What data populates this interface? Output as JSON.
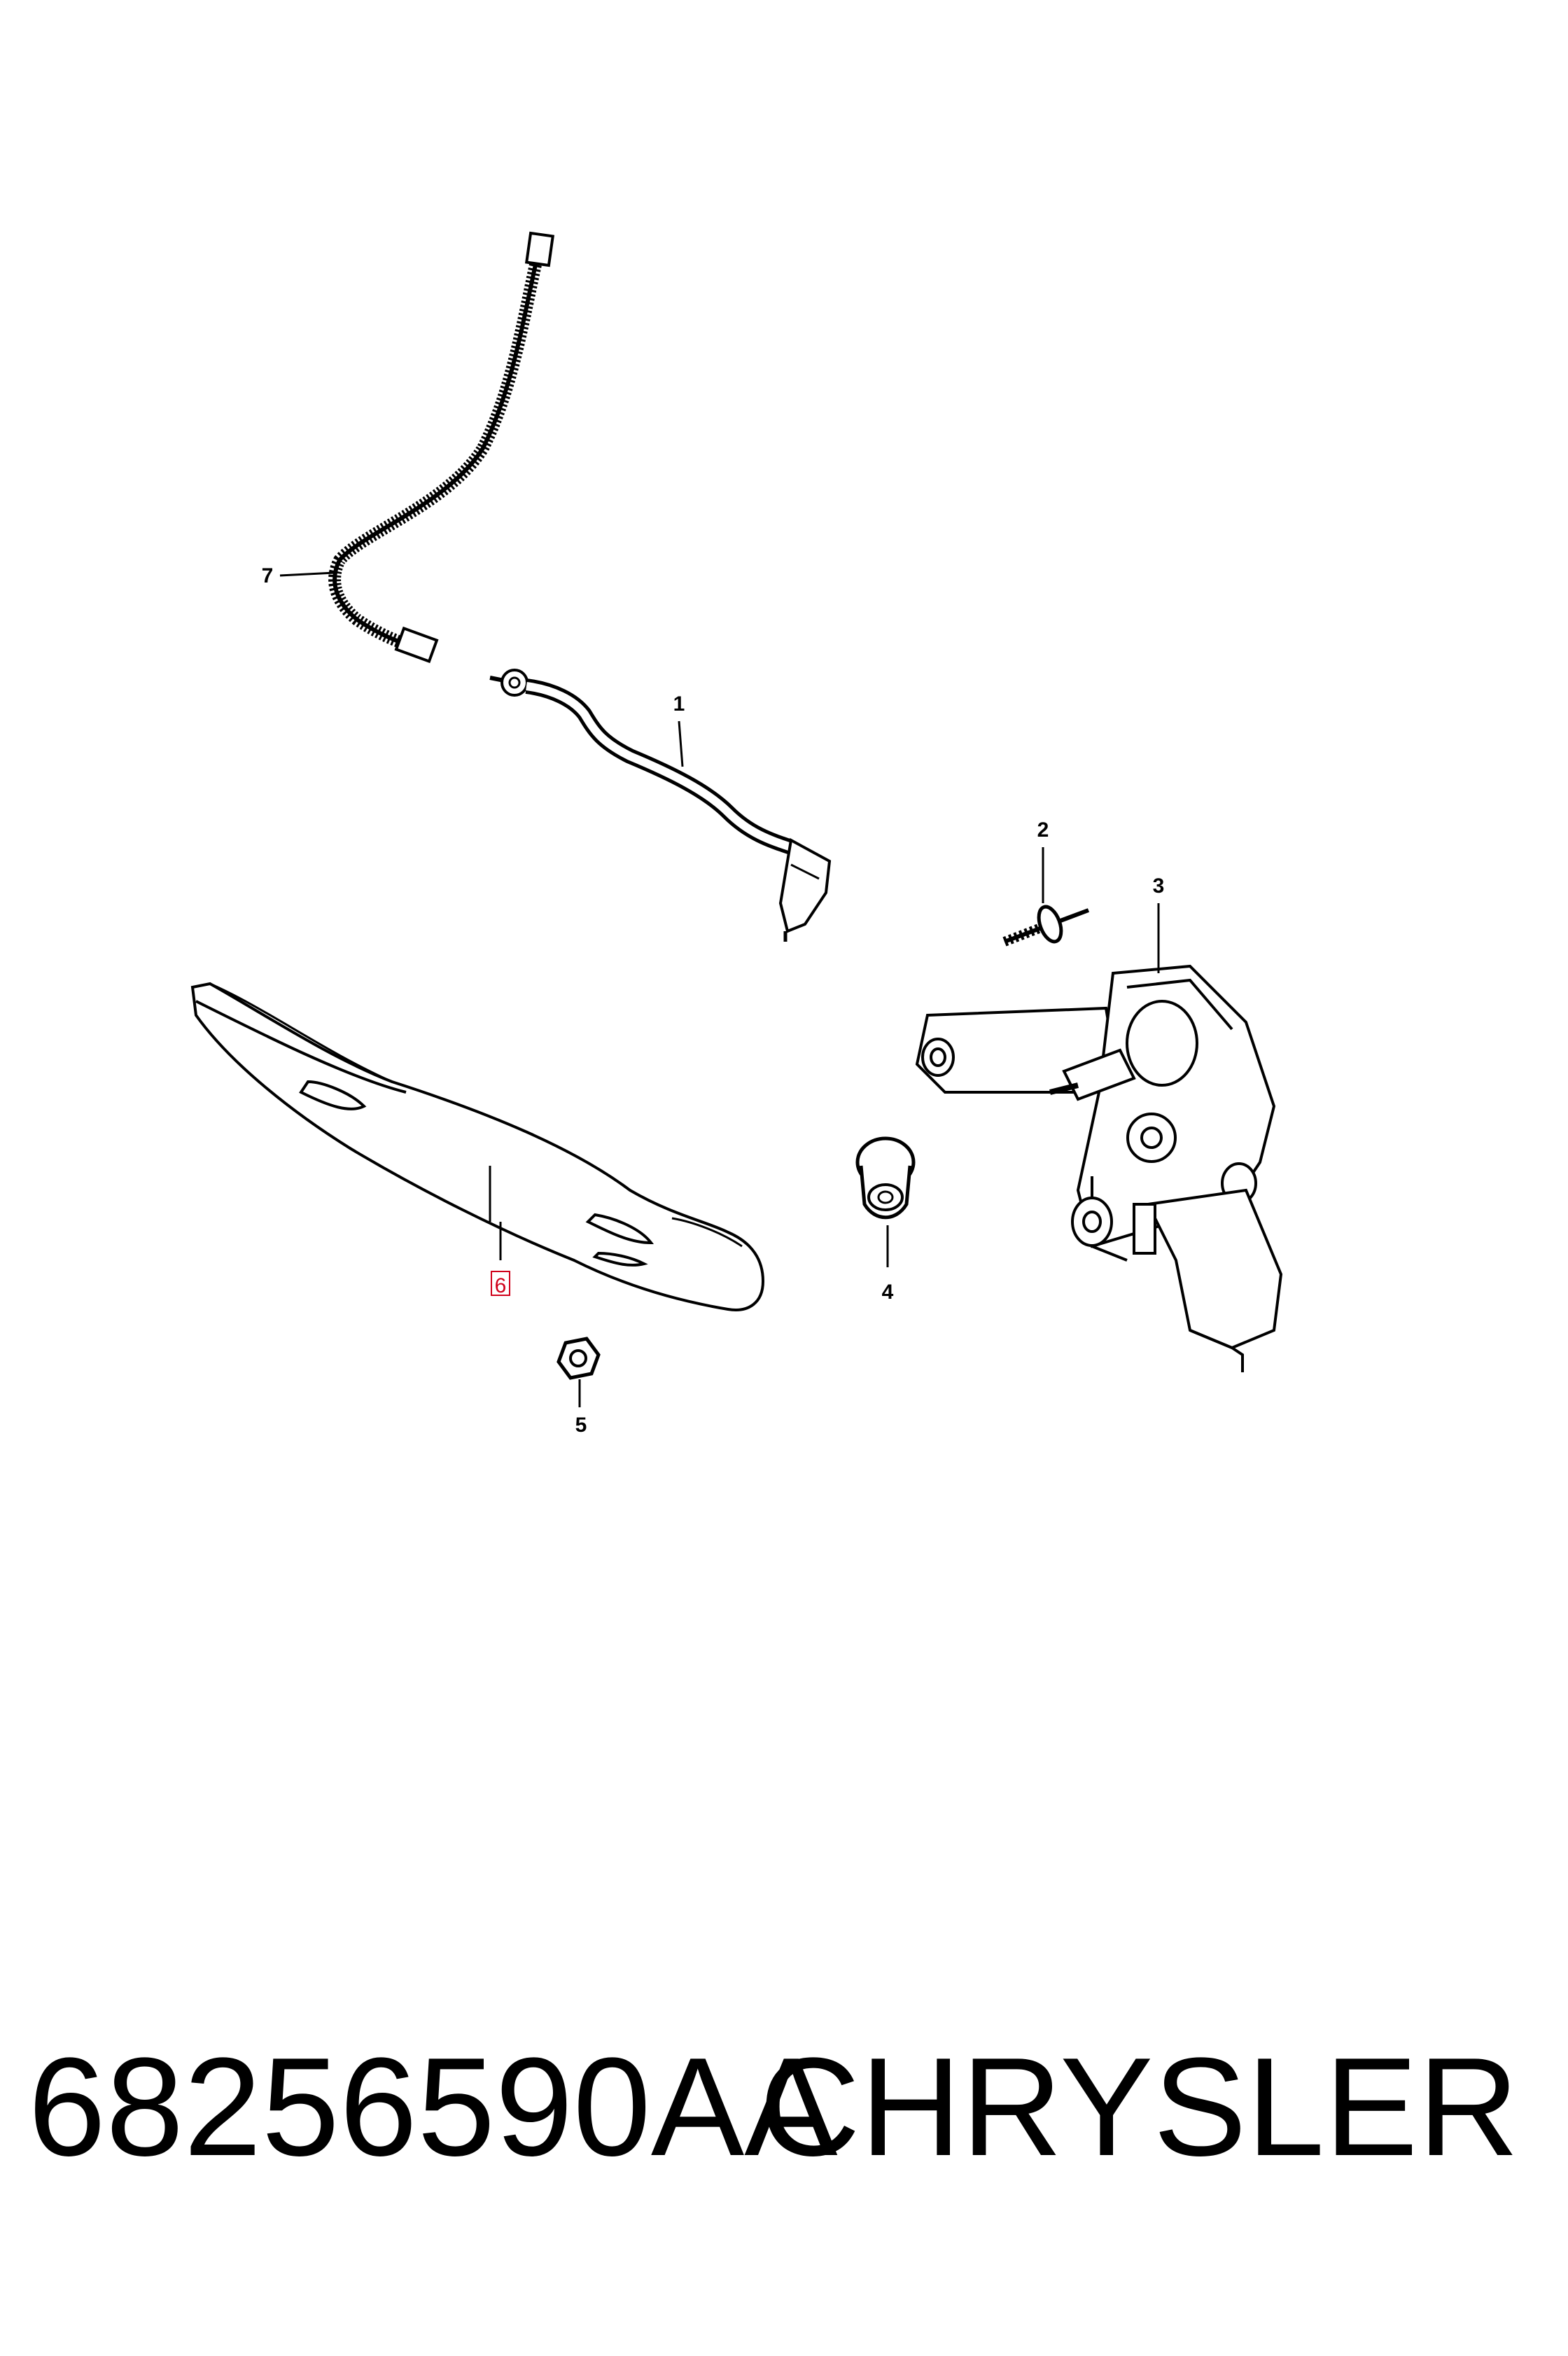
{
  "diagram": {
    "callouts": [
      {
        "id": "1",
        "label": "1"
      },
      {
        "id": "2",
        "label": "2"
      },
      {
        "id": "3",
        "label": "3"
      },
      {
        "id": "4",
        "label": "4"
      },
      {
        "id": "5",
        "label": "5"
      },
      {
        "id": "6",
        "label": "6",
        "highlighted": true
      },
      {
        "id": "7",
        "label": "7"
      }
    ],
    "highlight_color": "#d0021b",
    "line_color": "#000000"
  },
  "footer": {
    "part_number": "68256590AA",
    "brand": "CHRYSLER"
  }
}
